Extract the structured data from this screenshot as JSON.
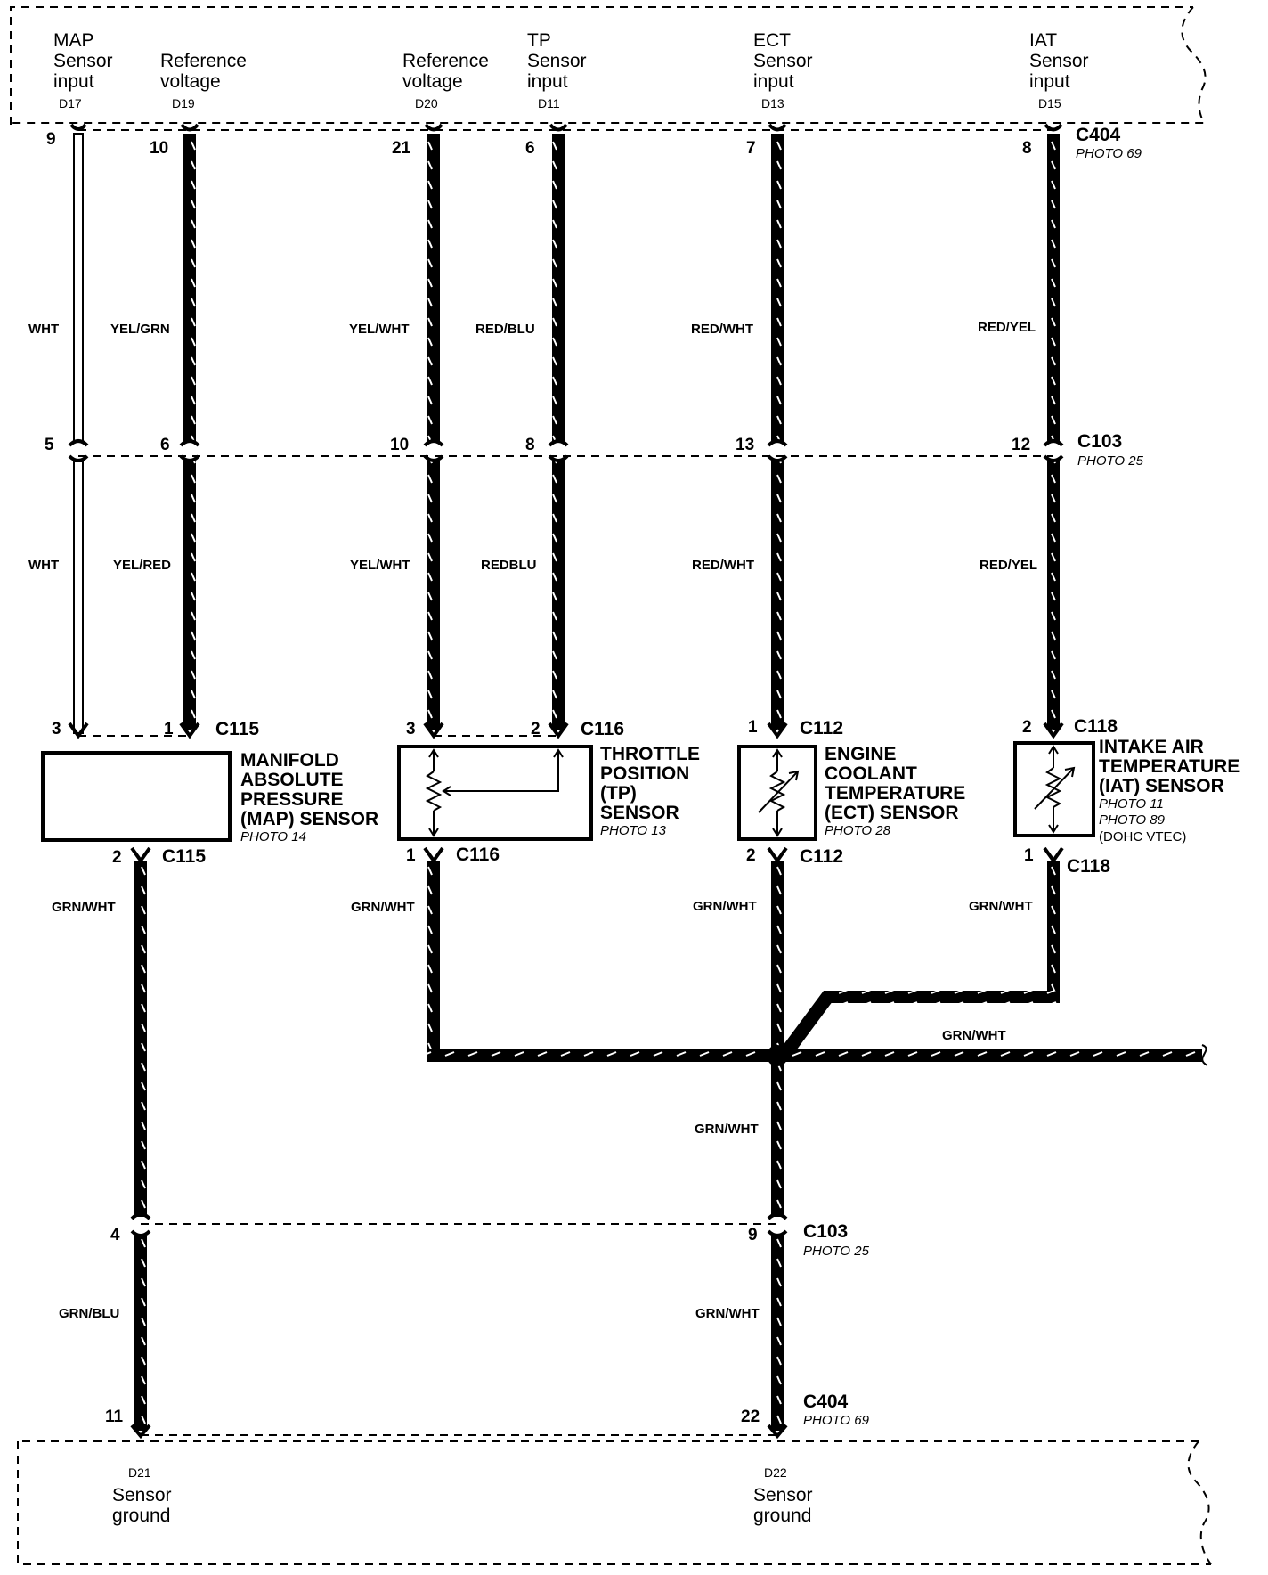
{
  "ecm_top": {
    "terminals": [
      {
        "id": "map",
        "lines": [
          "MAP",
          "Sensor",
          "input"
        ],
        "pin": "D17"
      },
      {
        "id": "ref1",
        "lines": [
          "Reference",
          "voltage"
        ],
        "pin": "D19"
      },
      {
        "id": "ref2",
        "lines": [
          "Reference",
          "voltage"
        ],
        "pin": "D20"
      },
      {
        "id": "tp",
        "lines": [
          "TP",
          "Sensor",
          "input"
        ],
        "pin": "D11"
      },
      {
        "id": "ect",
        "lines": [
          "ECT",
          "Sensor",
          "input"
        ],
        "pin": "D13"
      },
      {
        "id": "iat",
        "lines": [
          "IAT",
          "Sensor",
          "input"
        ],
        "pin": "D15"
      }
    ]
  },
  "ecm_bottom": {
    "terminals": [
      {
        "id": "gnd1",
        "pin": "D21",
        "lines": [
          "Sensor",
          "ground"
        ]
      },
      {
        "id": "gnd2",
        "pin": "D22",
        "lines": [
          "Sensor",
          "ground"
        ]
      }
    ]
  },
  "connectors": {
    "c404_top": {
      "name": "C404",
      "photo": "PHOTO 69",
      "pins": [
        "9",
        "10",
        "21",
        "6",
        "7",
        "8"
      ]
    },
    "c103_top": {
      "name": "C103",
      "photo": "PHOTO 25",
      "pins": [
        "5",
        "6",
        "10",
        "8",
        "13",
        "12"
      ]
    },
    "c103_bottom": {
      "name": "C103",
      "photo": "PHOTO 25",
      "pins": [
        "4",
        "9"
      ]
    },
    "c404_bottom": {
      "name": "C404",
      "photo": "PHOTO 69",
      "pins": [
        "11",
        "22"
      ]
    },
    "c115": {
      "name": "C115",
      "pins_top": [
        "3",
        "1"
      ],
      "pin_bottom": "2"
    },
    "c116": {
      "name": "C116",
      "pins_top": [
        "3",
        "2"
      ],
      "pin_bottom": "1"
    },
    "c112": {
      "name": "C112",
      "pin_top": "1",
      "pin_bottom": "2"
    },
    "c118": {
      "name": "C118",
      "pin_top": "2",
      "pin_bottom": "1"
    }
  },
  "wire_colors": {
    "upper": [
      "WHT",
      "YEL/GRN",
      "YEL/WHT",
      "RED/BLU",
      "RED/WHT",
      "RED/YEL"
    ],
    "middle": [
      "WHT",
      "YEL/RED",
      "YEL/WHT",
      "REDBLU",
      "RED/WHT",
      "RED/YEL"
    ],
    "ground": {
      "map": "GRN/WHT",
      "tp": "GRN/WHT",
      "ect": "GRN/WHT",
      "iat": "GRN/WHT",
      "branch": "GRN/WHT",
      "trunk_mid": "GRN/WHT",
      "trunk_low": "GRN/WHT",
      "map_low": "GRN/BLU"
    }
  },
  "components": {
    "map": {
      "lines": [
        "MANIFOLD",
        "ABSOLUTE",
        "PRESSURE",
        "(MAP) SENSOR"
      ],
      "photo": "PHOTO 14"
    },
    "tp": {
      "lines": [
        "THROTTLE",
        "POSITION",
        "(TP)",
        "SENSOR"
      ],
      "photo": "PHOTO 13"
    },
    "ect": {
      "lines": [
        "ENGINE",
        "COOLANT",
        "TEMPERATURE",
        "(ECT) SENSOR"
      ],
      "photo": "PHOTO 28"
    },
    "iat": {
      "lines": [
        "INTAKE AIR",
        "TEMPERATURE",
        "(IAT) SENSOR"
      ],
      "photo1": "PHOTO 11",
      "photo2": "PHOTO 89",
      "note": "(DOHC VTEC)"
    }
  }
}
